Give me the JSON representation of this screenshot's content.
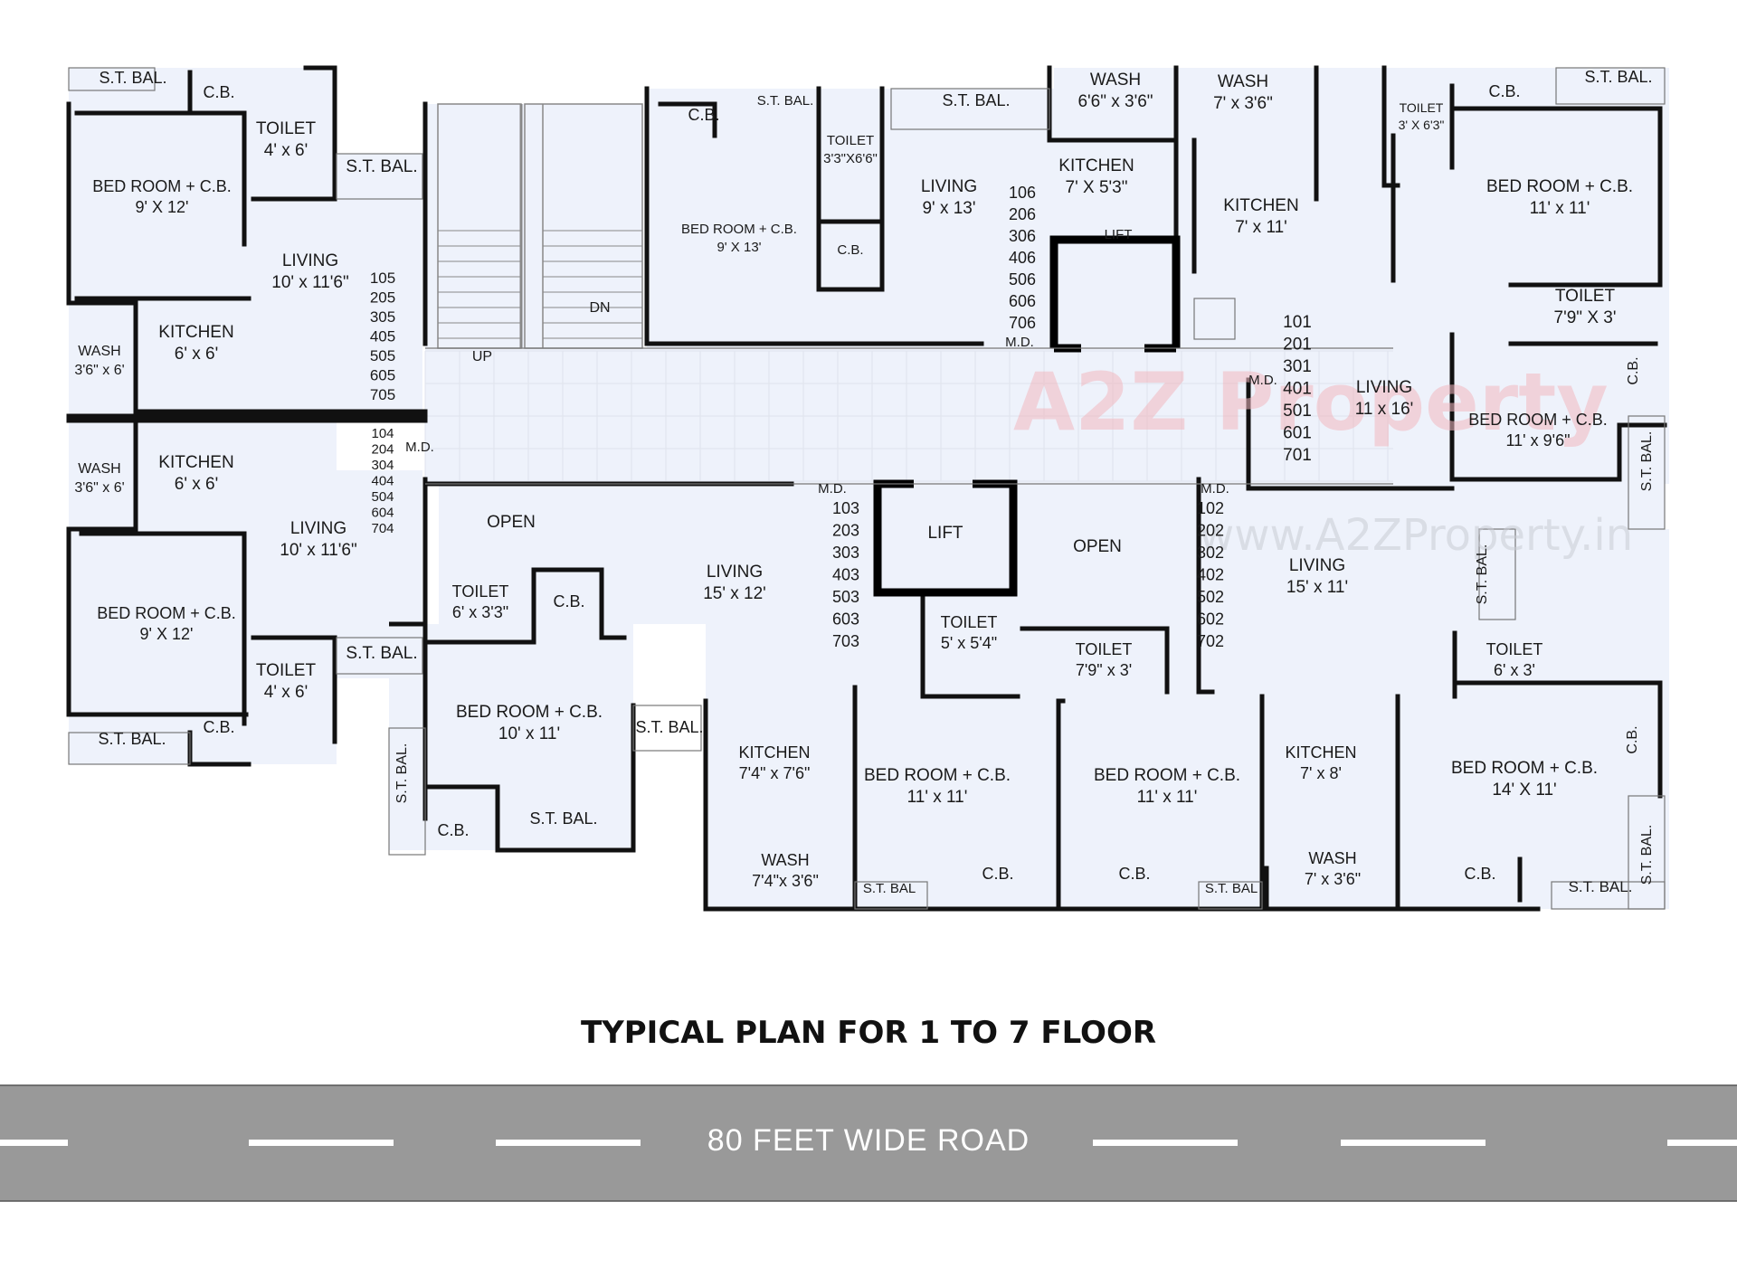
{
  "watermark": {
    "logo": "A2Z Property",
    "site": "www.A2ZProperty.in"
  },
  "plan_title": "TYPICAL PLAN FOR 1 TO 7 FLOOR",
  "road": {
    "label": "80 FEET WIDE ROAD",
    "color": "#999999"
  },
  "colors": {
    "room_fill": "#eef2fb",
    "wall": "#111111",
    "lift_wall": "#000000"
  },
  "rooms": [
    {
      "name": "S.T. BAL.",
      "dim": ""
    },
    {
      "name": "C.B.",
      "dim": ""
    },
    {
      "name": "TOILET",
      "dim": "4' x 6'"
    },
    {
      "name": "S.T. BAL.",
      "dim": ""
    },
    {
      "name": "BED ROOM + C.B.",
      "dim": "9' X 12'"
    },
    {
      "name": "LIVING",
      "dim": "10' x 11'6\""
    },
    {
      "name": "WASH",
      "dim": "3'6\" x 6'"
    },
    {
      "name": "KITCHEN",
      "dim": "6' x 6'"
    },
    {
      "name": "WASH",
      "dim": "3'6\" x 6'"
    },
    {
      "name": "KITCHEN",
      "dim": "6' x 6'"
    },
    {
      "name": "LIVING",
      "dim": "10' x 11'6\""
    },
    {
      "name": "BED ROOM + C.B.",
      "dim": "9' X 12'"
    },
    {
      "name": "TOILET",
      "dim": "4' x 6'"
    },
    {
      "name": "S.T. BAL.",
      "dim": ""
    },
    {
      "name": "S.T. BAL.",
      "dim": ""
    },
    {
      "name": "C.B.",
      "dim": ""
    },
    {
      "name": "C.B.",
      "dim": ""
    },
    {
      "name": "S.T. BAL.",
      "dim": ""
    },
    {
      "name": "TOILET",
      "dim": "3'3\"X6'6\""
    },
    {
      "name": "S.T. BAL.",
      "dim": ""
    },
    {
      "name": "BED ROOM + C.B.",
      "dim": "9' X 13'"
    },
    {
      "name": "C.B.",
      "dim": ""
    },
    {
      "name": "LIVING",
      "dim": "9' x 13'"
    },
    {
      "name": "WASH",
      "dim": "6'6\" x 3'6\""
    },
    {
      "name": "KITCHEN",
      "dim": "7' X 5'3\""
    },
    {
      "name": "LIFT",
      "dim": ""
    },
    {
      "name": "WASH",
      "dim": "7' x 3'6\""
    },
    {
      "name": "KITCHEN",
      "dim": "7' x 11'"
    },
    {
      "name": "TOILET",
      "dim": "3' X 6'3\""
    },
    {
      "name": "C.B.",
      "dim": ""
    },
    {
      "name": "S.T. BAL.",
      "dim": ""
    },
    {
      "name": "BED ROOM + C.B.",
      "dim": "11' x 11'"
    },
    {
      "name": "TOILET",
      "dim": "7'9\" X 3'"
    },
    {
      "name": "LIVING",
      "dim": "11 x 16'"
    },
    {
      "name": "C.B.",
      "dim": ""
    },
    {
      "name": "BED ROOM + C.B.",
      "dim": "11' x 9'6\""
    },
    {
      "name": "S.T. BAL.",
      "dim": ""
    },
    {
      "name": "OPEN",
      "dim": ""
    },
    {
      "name": "TOILET",
      "dim": "6' x 3'3\""
    },
    {
      "name": "C.B.",
      "dim": ""
    },
    {
      "name": "LIVING",
      "dim": "15' x 12'"
    },
    {
      "name": "LIFT",
      "dim": ""
    },
    {
      "name": "OPEN",
      "dim": ""
    },
    {
      "name": "TOILET",
      "dim": "5' x 5'4\""
    },
    {
      "name": "TOILET",
      "dim": "7'9\" x 3'"
    },
    {
      "name": "LIVING",
      "dim": "15' x 11'"
    },
    {
      "name": "S.T. BAL.",
      "dim": ""
    },
    {
      "name": "TOILET",
      "dim": "6' x 3'"
    },
    {
      "name": "BED ROOM + C.B.",
      "dim": "10' x 11'"
    },
    {
      "name": "S.T. BAL.",
      "dim": ""
    },
    {
      "name": "S.T. BAL.",
      "dim": ""
    },
    {
      "name": "C.B.",
      "dim": ""
    },
    {
      "name": "S.T. BAL.",
      "dim": ""
    },
    {
      "name": "KITCHEN",
      "dim": "7'4\" x 7'6\""
    },
    {
      "name": "WASH",
      "dim": "7'4\"x 3'6\""
    },
    {
      "name": "BED ROOM + C.B.",
      "dim": "11' x 11'"
    },
    {
      "name": "S.T. BAL",
      "dim": ""
    },
    {
      "name": "C.B.",
      "dim": ""
    },
    {
      "name": "BED ROOM + C.B.",
      "dim": "11' x 11'"
    },
    {
      "name": "C.B.",
      "dim": ""
    },
    {
      "name": "S.T. BAL",
      "dim": ""
    },
    {
      "name": "KITCHEN",
      "dim": "7' x 8'"
    },
    {
      "name": "WASH",
      "dim": "7' x 3'6\""
    },
    {
      "name": "BED ROOM + C.B.",
      "dim": "14' X 11'"
    },
    {
      "name": "C.B.",
      "dim": ""
    },
    {
      "name": "C.B.",
      "dim": ""
    },
    {
      "name": "S.T. BAL.",
      "dim": ""
    },
    {
      "name": "S.T. BAL.",
      "dim": ""
    }
  ],
  "flat_numbers": [
    {
      "ids": [
        "105",
        "205",
        "305",
        "405",
        "505",
        "605",
        "705"
      ]
    },
    {
      "ids": [
        "104",
        "204",
        "304",
        "404",
        "504",
        "604",
        "704"
      ]
    },
    {
      "ids": [
        "106",
        "206",
        "306",
        "406",
        "506",
        "606",
        "706"
      ]
    },
    {
      "ids": [
        "101",
        "201",
        "301",
        "401",
        "501",
        "601",
        "701"
      ]
    },
    {
      "ids": [
        "103",
        "203",
        "303",
        "403",
        "503",
        "603",
        "703"
      ]
    },
    {
      "ids": [
        "102",
        "202",
        "302",
        "402",
        "502",
        "602",
        "702"
      ]
    }
  ],
  "markers": [
    "M.D.",
    "M.D.",
    "M.D.",
    "M.D.",
    "M.D.",
    "UP",
    "DN"
  ]
}
